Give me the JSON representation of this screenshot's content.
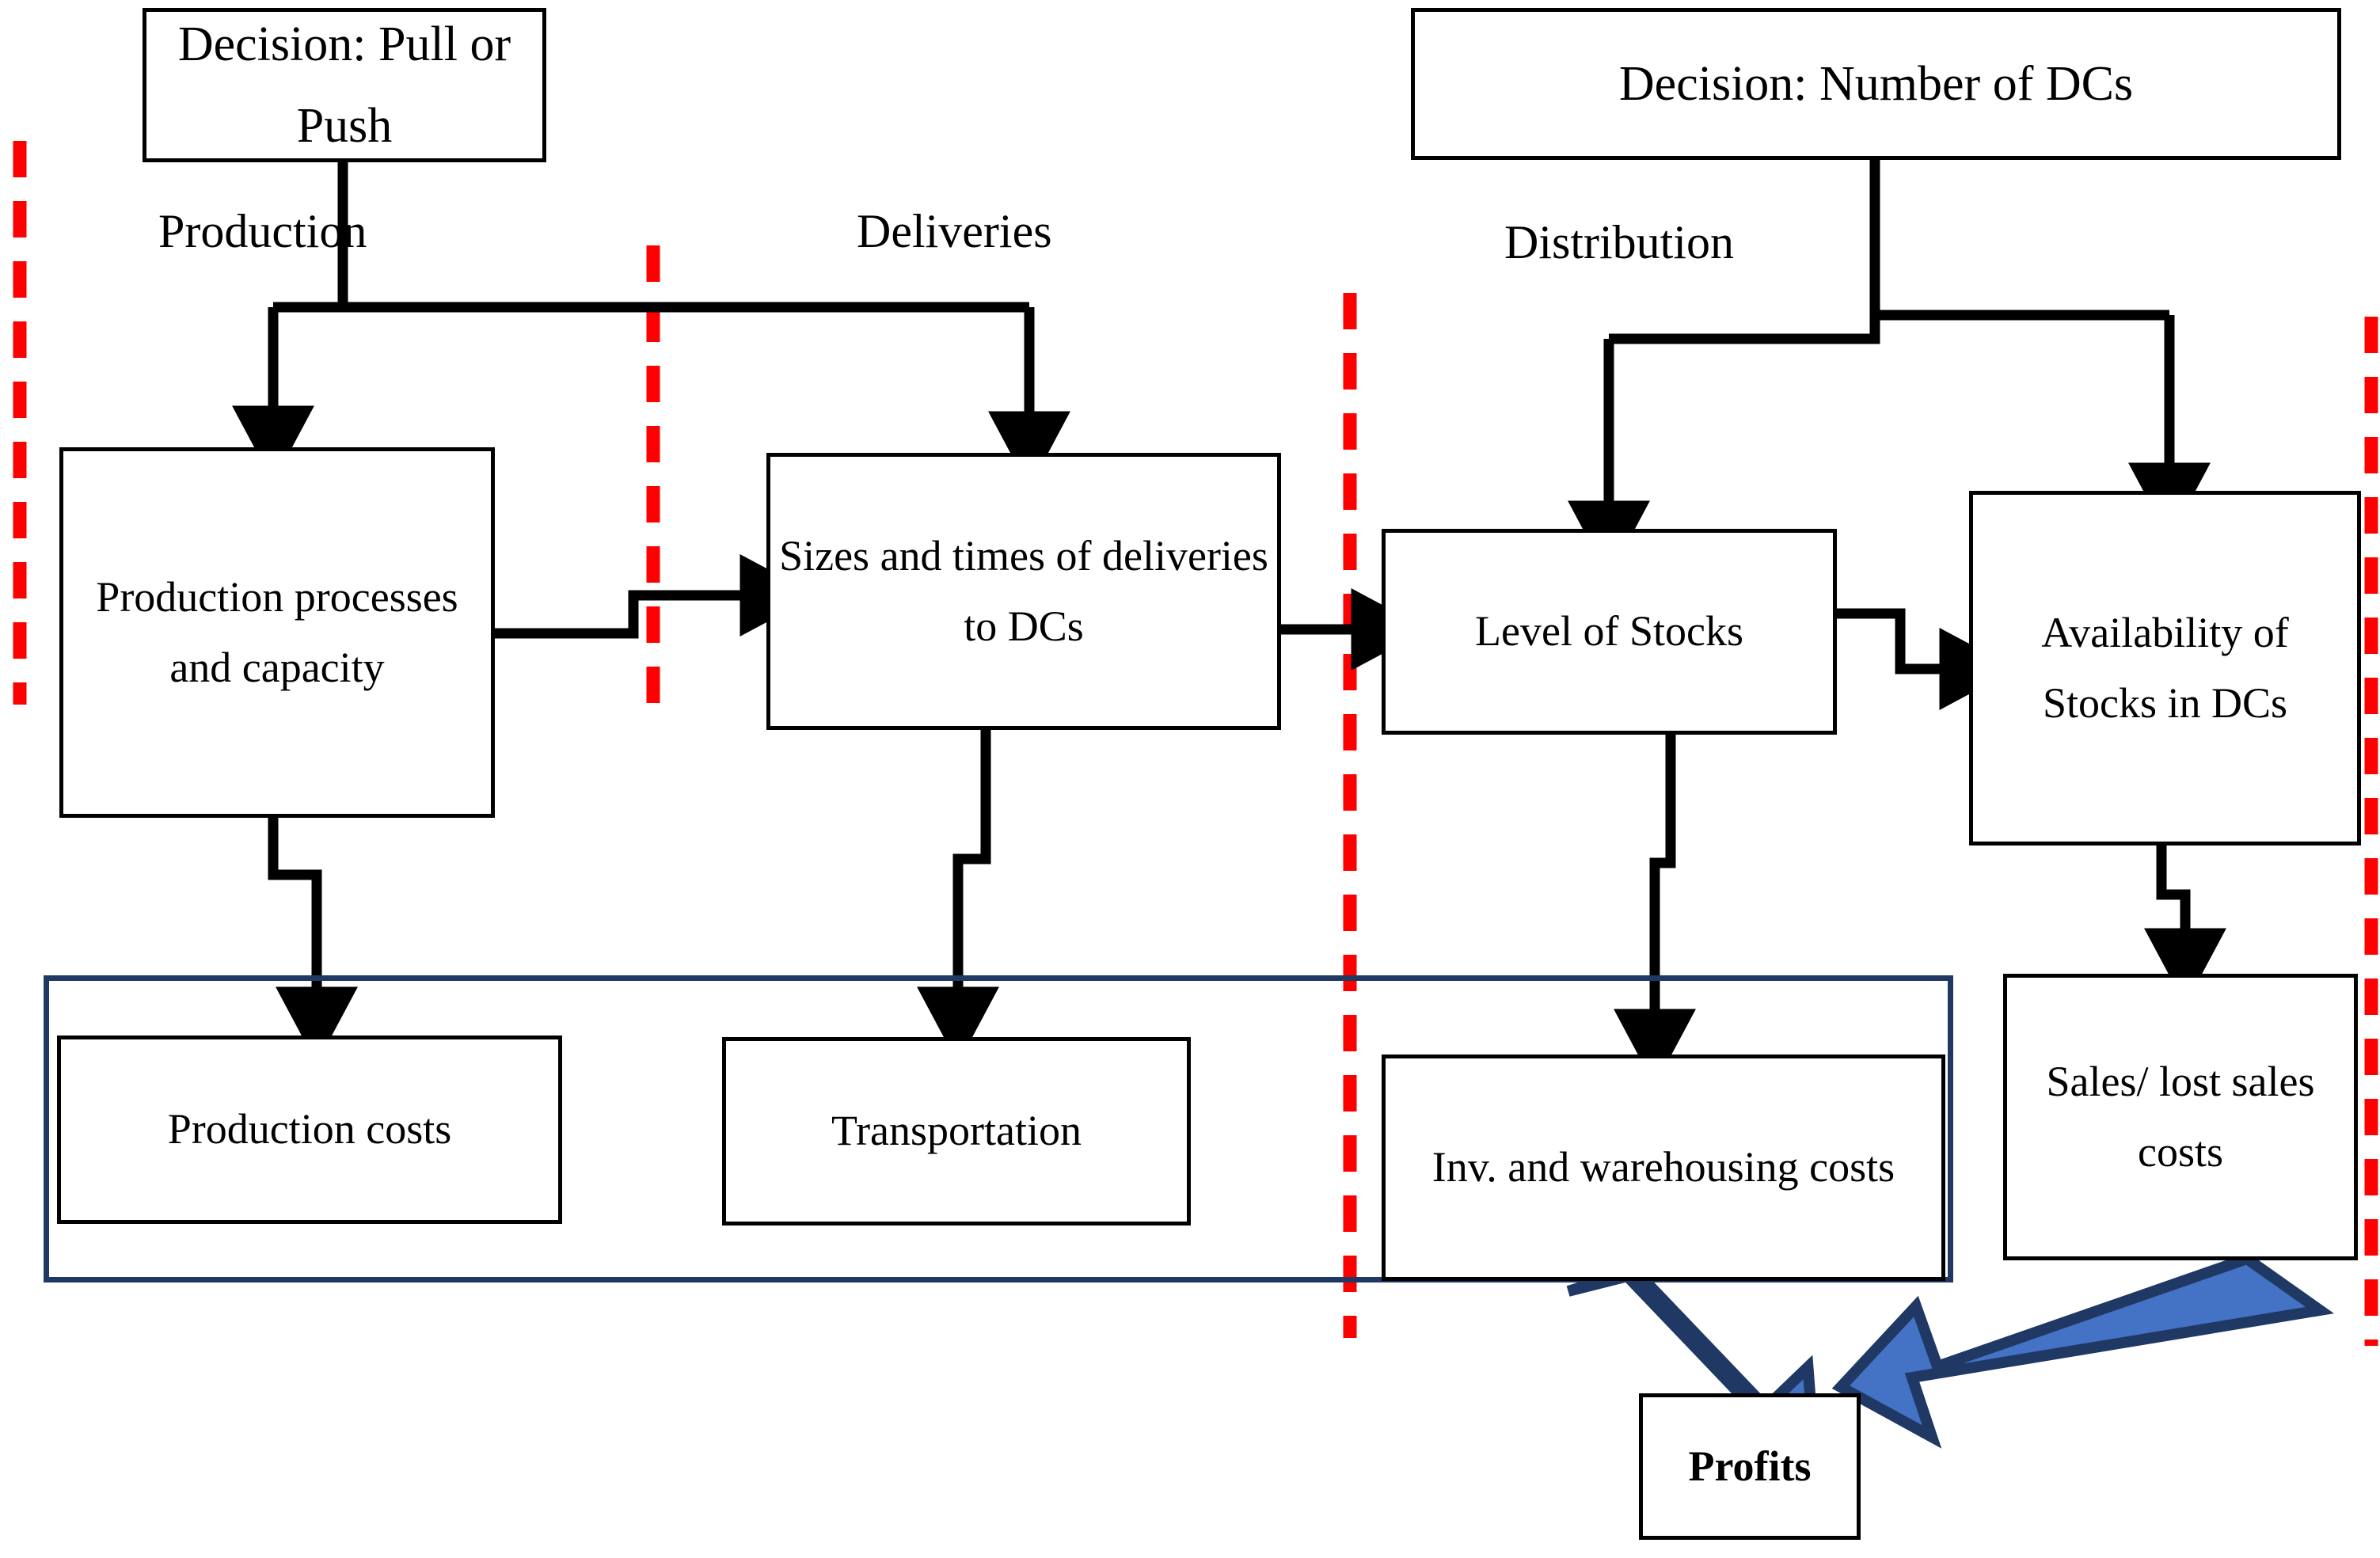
{
  "diagram": {
    "title_not_shown": "",
    "decisions": [
      {
        "id": "decision-pull-push",
        "label": "Decision: Pull or Push"
      },
      {
        "id": "decision-number-dcs",
        "label": "Decision: Number of DCs"
      }
    ],
    "zones": [
      {
        "id": "zone-production",
        "label": "Production"
      },
      {
        "id": "zone-deliveries",
        "label": "Deliveries"
      },
      {
        "id": "zone-distribution",
        "label": "Distribution"
      }
    ],
    "process_nodes": [
      {
        "id": "production-processes",
        "label": "Production processes and capacity"
      },
      {
        "id": "sizes-times-deliveries",
        "label": "Sizes and times of deliveries to DCs"
      },
      {
        "id": "level-of-stocks",
        "label": "Level of Stocks"
      },
      {
        "id": "availability-of-stocks",
        "label": "Availability of Stocks in DCs"
      }
    ],
    "cost_nodes": [
      {
        "id": "production-costs",
        "label": "Production costs"
      },
      {
        "id": "transportation",
        "label": "Transportation"
      },
      {
        "id": "inv-warehousing-costs",
        "label": "Inv. and warehousing costs"
      },
      {
        "id": "sales-lost-sales-costs",
        "label": "Sales/ lost sales costs"
      }
    ],
    "outcome_node": {
      "id": "profits",
      "label": "Profits"
    },
    "colors": {
      "divider_red": "#FF0000",
      "cost_frame_navy": "#1F3864",
      "arrow_blue_fill": "#4472C4",
      "arrow_blue_outline": "#1F3864",
      "line_black": "#000000",
      "background": "#FFFFFF"
    },
    "dividers": {
      "style": "dashed-vertical",
      "count": 4,
      "x_positions": [
        25,
        825,
        1705,
        2995
      ]
    },
    "cost_frame": {
      "id": "total-cost-frame",
      "encloses": [
        "production-costs",
        "transportation",
        "inv-warehousing-costs"
      ]
    },
    "blue_arrows": [
      {
        "id": "arrow-costs-to-profits",
        "from": "total-cost-frame",
        "to": "profits",
        "direction": "down-right"
      },
      {
        "id": "arrow-sales-to-profits",
        "from": "sales-lost-sales-costs",
        "to": "profits",
        "direction": "down-left"
      }
    ],
    "connections": [
      {
        "from": "decision-pull-push",
        "to": "production-processes"
      },
      {
        "from": "decision-pull-push",
        "to": "sizes-times-deliveries"
      },
      {
        "from": "production-processes",
        "to": "sizes-times-deliveries"
      },
      {
        "from": "production-processes",
        "to": "production-costs"
      },
      {
        "from": "sizes-times-deliveries",
        "to": "transportation"
      },
      {
        "from": "sizes-times-deliveries",
        "to": "level-of-stocks"
      },
      {
        "from": "decision-number-dcs",
        "to": "level-of-stocks"
      },
      {
        "from": "decision-number-dcs",
        "to": "availability-of-stocks"
      },
      {
        "from": "level-of-stocks",
        "to": "availability-of-stocks"
      },
      {
        "from": "level-of-stocks",
        "to": "inv-warehousing-costs"
      },
      {
        "from": "availability-of-stocks",
        "to": "sales-lost-sales-costs"
      }
    ]
  }
}
